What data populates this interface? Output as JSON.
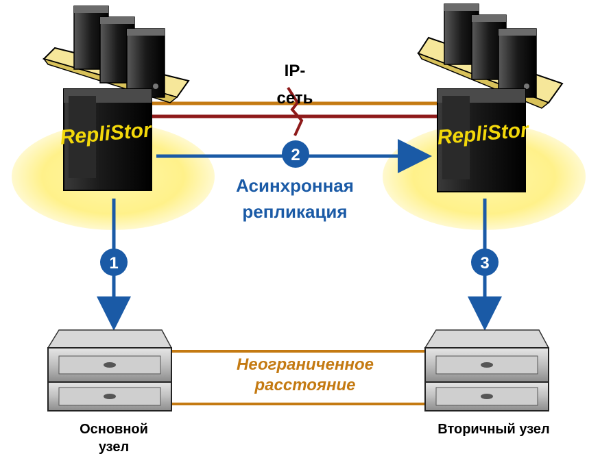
{
  "labels": {
    "ip_network": "IP-сеть",
    "async_replication": "Асинхронная репликация",
    "unlimited_distance": "Неограниченное расстояние",
    "primary_site": "Основной узел",
    "secondary_site": "Вторичный узел",
    "brand_text": "RepliStor"
  },
  "steps": [
    "1",
    "2",
    "3"
  ],
  "colors": {
    "blue": "#1a5aa6",
    "orange": "#c47a12",
    "dark_red": "#8e1a1a",
    "glow": "#fff18a",
    "tray": "#f6e79a",
    "brand": "#f3d80a"
  },
  "icons": {
    "server_stack": "tower-server-icon",
    "repli_server": "repli-server-icon",
    "storage": "storage-array-icon",
    "lightning": "lightning-icon"
  }
}
